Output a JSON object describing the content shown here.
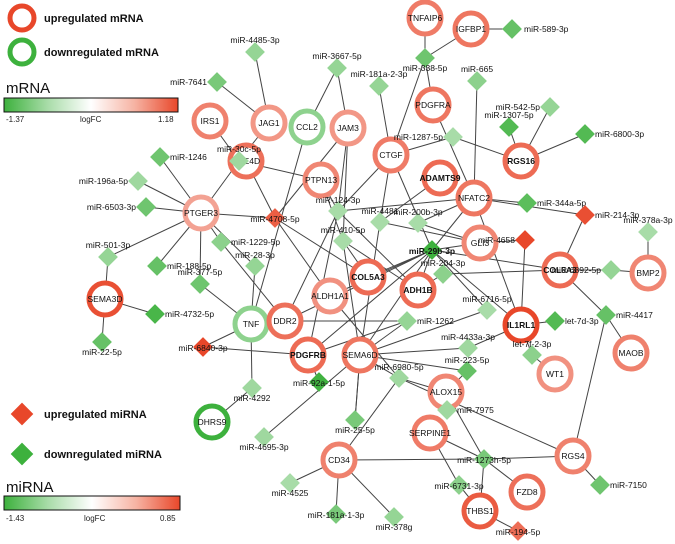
{
  "legend": {
    "up_mrna": "upregulated mRNA",
    "down_mrna": "downregulated mRNA",
    "up_mirna": "upregulated miRNA",
    "down_mirna": "downregulated miRNA"
  },
  "scales": {
    "mrna": {
      "title": "mRNA",
      "min": "-1.37",
      "mid": "logFC",
      "max": "1.18"
    },
    "mirna": {
      "title": "miRNA",
      "min": "-1.43",
      "mid": "logFC",
      "max": "0.85"
    }
  },
  "colors": {
    "down": "#3db13d",
    "up": "#e8472a",
    "text": "#111111",
    "edge": "#444444"
  },
  "nodes": [
    {
      "id": "TNFAIP6",
      "label": "TNFAIP6",
      "kind": "mrna",
      "lfc": 0.7
    },
    {
      "id": "IGFBP1",
      "label": "IGFBP1",
      "kind": "mrna",
      "lfc": 0.75
    },
    {
      "id": "IRS1",
      "label": "IRS1",
      "kind": "mrna",
      "lfc": 0.65
    },
    {
      "id": "JAG1",
      "label": "JAG1",
      "kind": "mrna",
      "lfc": 0.45
    },
    {
      "id": "CCL2",
      "label": "CCL2",
      "kind": "mrna",
      "lfc": -0.55
    },
    {
      "id": "JAM3",
      "label": "JAM3",
      "kind": "mrna",
      "lfc": 0.45
    },
    {
      "id": "PDGFRA",
      "label": "PDGFRA",
      "kind": "mrna",
      "lfc": 0.75
    },
    {
      "id": "CTGF",
      "label": "CTGF",
      "kind": "mrna",
      "lfc": 0.7
    },
    {
      "id": "RGS16",
      "label": "RGS16",
      "kind": "mrna",
      "lfc": 0.85,
      "bold": true
    },
    {
      "id": "PDE4D",
      "label": "PDE4D",
      "kind": "mrna",
      "lfc": 0.8
    },
    {
      "id": "PTPN13",
      "label": "PTPN13",
      "kind": "mrna",
      "lfc": 0.6
    },
    {
      "id": "ADAMTS9",
      "label": "ADAMTS9",
      "kind": "mrna",
      "lfc": 0.85,
      "bold": true
    },
    {
      "id": "NFATC2",
      "label": "NFATC2",
      "kind": "mrna",
      "lfc": 0.75
    },
    {
      "id": "PTGER3",
      "label": "PTGER3",
      "kind": "mrna",
      "lfc": 0.35
    },
    {
      "id": "GLI3",
      "label": "GLI3",
      "kind": "mrna",
      "lfc": 0.6
    },
    {
      "id": "COL6A3",
      "label": "COL6A3",
      "kind": "mrna",
      "lfc": 0.85,
      "bold": true
    },
    {
      "id": "BMP2",
      "label": "BMP2",
      "kind": "mrna",
      "lfc": 0.6
    },
    {
      "id": "COL5A3",
      "label": "COL5A3",
      "kind": "mrna",
      "lfc": 0.85,
      "bold": true
    },
    {
      "id": "ADH1B",
      "label": "ADH1B",
      "kind": "mrna",
      "lfc": 0.85,
      "bold": true
    },
    {
      "id": "ALDH1A1",
      "label": "ALDH1A1",
      "kind": "mrna",
      "lfc": 0.5
    },
    {
      "id": "SEMA3D",
      "label": "SEMA3D",
      "kind": "mrna",
      "lfc": 1.1
    },
    {
      "id": "TNF",
      "label": "TNF",
      "kind": "mrna",
      "lfc": -0.55
    },
    {
      "id": "DDR2",
      "label": "DDR2",
      "kind": "mrna",
      "lfc": 0.8
    },
    {
      "id": "IL1RL1",
      "label": "IL1RL1",
      "kind": "mrna",
      "lfc": 1.18,
      "bold": true
    },
    {
      "id": "MAOB",
      "label": "MAOB",
      "kind": "mrna",
      "lfc": 0.65
    },
    {
      "id": "PDGFRB",
      "label": "PDGFRB",
      "kind": "mrna",
      "lfc": 0.85,
      "bold": true
    },
    {
      "id": "SEMA6D",
      "label": "SEMA6D",
      "kind": "mrna",
      "lfc": 0.75
    },
    {
      "id": "WT1",
      "label": "WT1",
      "kind": "mrna",
      "lfc": 0.5
    },
    {
      "id": "ALOX15",
      "label": "ALOX15",
      "kind": "mrna",
      "lfc": 0.6
    },
    {
      "id": "DHRS9",
      "label": "DHRS9",
      "kind": "mrna",
      "lfc": -1.37
    },
    {
      "id": "SERPINE1",
      "label": "SERPINE1",
      "kind": "mrna",
      "lfc": 0.7
    },
    {
      "id": "CD34",
      "label": "CD34",
      "kind": "mrna",
      "lfc": 0.65
    },
    {
      "id": "RGS4",
      "label": "RGS4",
      "kind": "mrna",
      "lfc": 0.65
    },
    {
      "id": "FZD8",
      "label": "FZD8",
      "kind": "mrna",
      "lfc": 0.8
    },
    {
      "id": "THBS1",
      "label": "THBS1",
      "kind": "mrna",
      "lfc": 1.0
    },
    {
      "id": "m589",
      "label": "miR-589-3p",
      "kind": "mirna",
      "lfc": -1.0
    },
    {
      "id": "m338",
      "label": "miR-338-5p",
      "kind": "mirna",
      "lfc": -0.9
    },
    {
      "id": "m4485",
      "label": "miR-4485-3p",
      "kind": "mirna",
      "lfc": -0.5
    },
    {
      "id": "m3667",
      "label": "miR-3667-5p",
      "kind": "mirna",
      "lfc": -0.5
    },
    {
      "id": "m7641",
      "label": "miR-7641",
      "kind": "mirna",
      "lfc": -0.8
    },
    {
      "id": "m665",
      "label": "miR-665",
      "kind": "mirna",
      "lfc": -0.6
    },
    {
      "id": "m181a23",
      "label": "miR-181a-2-3p",
      "kind": "mirna",
      "lfc": -0.5
    },
    {
      "id": "m542",
      "label": "miR-542-5p",
      "kind": "mirna",
      "lfc": -0.5
    },
    {
      "id": "m1307",
      "label": "miR-1307-5p",
      "kind": "mirna",
      "lfc": -1.2
    },
    {
      "id": "m6800",
      "label": "miR-6800-3p",
      "kind": "mirna",
      "lfc": -1.2
    },
    {
      "id": "m1287",
      "label": "miR-1287-5p",
      "kind": "mirna",
      "lfc": -0.3
    },
    {
      "id": "m1246",
      "label": "miR-1246",
      "kind": "mirna",
      "lfc": -0.9
    },
    {
      "id": "m30c",
      "label": "miR-30c-5p",
      "kind": "mirna",
      "lfc": -0.4
    },
    {
      "id": "m196a",
      "label": "miR-196a-5p",
      "kind": "mirna",
      "lfc": -0.4
    },
    {
      "id": "m6503",
      "label": "miR-6503-3p",
      "kind": "mirna",
      "lfc": -0.9
    },
    {
      "id": "m4708",
      "label": "miR-4708-5p",
      "kind": "mirna",
      "lfc": 0.7
    },
    {
      "id": "m124",
      "label": "miR-124-3p",
      "kind": "mirna",
      "lfc": -0.3
    },
    {
      "id": "m4481",
      "label": "miR-4481",
      "kind": "mirna",
      "lfc": -0.3
    },
    {
      "id": "m344a",
      "label": "miR-344a-5p",
      "kind": "mirna",
      "lfc": -1.1
    },
    {
      "id": "m214",
      "label": "miR-214-3p",
      "kind": "mirna",
      "lfc": 0.8
    },
    {
      "id": "m1229",
      "label": "miR-1229-5p",
      "kind": "mirna",
      "lfc": -0.6
    },
    {
      "id": "m410",
      "label": "miR-410-5p",
      "kind": "mirna",
      "lfc": -0.3
    },
    {
      "id": "m200b",
      "label": "miR-200b-3p",
      "kind": "mirna",
      "lfc": -0.3
    },
    {
      "id": "m29b",
      "label": "miR-29b-3p",
      "kind": "mirna",
      "lfc": -1.43,
      "bold": true
    },
    {
      "id": "m4658",
      "label": "miR-4658",
      "kind": "mirna",
      "lfc": 0.85
    },
    {
      "id": "m378a",
      "label": "miR-378a-3p",
      "kind": "mirna",
      "lfc": -0.3
    },
    {
      "id": "m501",
      "label": "miR-501-3p",
      "kind": "mirna",
      "lfc": -0.5
    },
    {
      "id": "m188",
      "label": "miR-188-5p",
      "kind": "mirna",
      "lfc": -1.0
    },
    {
      "id": "m28",
      "label": "miR-28-3p",
      "kind": "mirna",
      "lfc": -0.5
    },
    {
      "id": "m204",
      "label": "miR-204-3p",
      "kind": "mirna",
      "lfc": -0.6
    },
    {
      "id": "m6892",
      "label": "miR-6892-5p",
      "kind": "mirna",
      "lfc": -0.5
    },
    {
      "id": "m377",
      "label": "miR-377-5p",
      "kind": "mirna",
      "lfc": -0.9
    },
    {
      "id": "m4732",
      "label": "miR-4732-5p",
      "kind": "mirna",
      "lfc": -1.3
    },
    {
      "id": "m1262",
      "label": "miR-1262",
      "kind": "mirna",
      "lfc": -0.5
    },
    {
      "id": "m6716",
      "label": "miR-6716-5p",
      "kind": "mirna",
      "lfc": -0.3
    },
    {
      "id": "let7d",
      "label": "let-7d-3p",
      "kind": "mirna",
      "lfc": -1.2
    },
    {
      "id": "m4417",
      "label": "miR-4417",
      "kind": "mirna",
      "lfc": -1.0
    },
    {
      "id": "m22",
      "label": "miR-22-5p",
      "kind": "mirna",
      "lfc": -1.0
    },
    {
      "id": "m6840",
      "label": "miR-6840-3p",
      "kind": "mirna",
      "lfc": 0.85
    },
    {
      "id": "m4433a",
      "label": "miR-4433a-3p",
      "kind": "mirna",
      "lfc": -0.4
    },
    {
      "id": "let7f",
      "label": "let-7f-2-3p",
      "kind": "mirna",
      "lfc": -0.6
    },
    {
      "id": "m6980",
      "label": "miR-6980-5p",
      "kind": "mirna",
      "lfc": -0.4
    },
    {
      "id": "m92a",
      "label": "miR-92a-1-5p",
      "kind": "mirna",
      "lfc": -1.4
    },
    {
      "id": "m4292",
      "label": "miR-4292",
      "kind": "mirna",
      "lfc": -0.4
    },
    {
      "id": "m223",
      "label": "miR-223-5p",
      "kind": "mirna",
      "lfc": -1.0
    },
    {
      "id": "m7975",
      "label": "miR-7975",
      "kind": "mirna",
      "lfc": -0.4
    },
    {
      "id": "m4695",
      "label": "miR-4695-3p",
      "kind": "mirna",
      "lfc": -0.4
    },
    {
      "id": "m25",
      "label": "miR-25-5p",
      "kind": "mirna",
      "lfc": -0.8
    },
    {
      "id": "m1273h",
      "label": "miR-1273h-5p",
      "kind": "mirna",
      "lfc": -0.8
    },
    {
      "id": "m4525",
      "label": "miR-4525",
      "kind": "mirna",
      "lfc": -0.3
    },
    {
      "id": "m6731",
      "label": "miR-6731-3p",
      "kind": "mirna",
      "lfc": -0.6
    },
    {
      "id": "m7150",
      "label": "miR-7150",
      "kind": "mirna",
      "lfc": -0.9
    },
    {
      "id": "m181a13",
      "label": "miR-181a-1-3p",
      "kind": "mirna",
      "lfc": -0.8
    },
    {
      "id": "m378g",
      "label": "miR-378g",
      "kind": "mirna",
      "lfc": -0.5
    },
    {
      "id": "m194",
      "label": "miR-194-5p",
      "kind": "mirna",
      "lfc": 0.6
    }
  ],
  "edges": [
    [
      "TNFAIP6",
      "m338"
    ],
    [
      "IGFBP1",
      "m338"
    ],
    [
      "IGFBP1",
      "m589"
    ],
    [
      "m338",
      "CTGF"
    ],
    [
      "m338",
      "PDGFRA"
    ],
    [
      "m4485",
      "JAG1"
    ],
    [
      "m7641",
      "JAG1"
    ],
    [
      "m3667",
      "JAM3"
    ],
    [
      "m3667",
      "CCL2"
    ],
    [
      "m181a23",
      "CTGF"
    ],
    [
      "m665",
      "NFATC2"
    ],
    [
      "m542",
      "RGS16"
    ],
    [
      "m1307",
      "RGS16"
    ],
    [
      "m6800",
      "RGS16"
    ],
    [
      "m1287",
      "RGS16"
    ],
    [
      "m1287",
      "CTGF"
    ],
    [
      "IRS1",
      "m30c"
    ],
    [
      "JAG1",
      "m30c"
    ],
    [
      "m30c",
      "PTGER3"
    ],
    [
      "m30c",
      "PDE4D"
    ],
    [
      "m30c",
      "PTPN13"
    ],
    [
      "m1246",
      "PTGER3"
    ],
    [
      "m196a",
      "PTGER3"
    ],
    [
      "m6503",
      "PTGER3"
    ],
    [
      "PTGER3",
      "m501"
    ],
    [
      "PTGER3",
      "m188"
    ],
    [
      "PTGER3",
      "m377"
    ],
    [
      "PTGER3",
      "m28"
    ],
    [
      "PTGER3",
      "m1229"
    ],
    [
      "PTGER3",
      "m4708"
    ],
    [
      "m4708",
      "PDE4D"
    ],
    [
      "m4708",
      "COL5A3"
    ],
    [
      "m4708",
      "JAM3"
    ],
    [
      "m4708",
      "ALDH1A1"
    ],
    [
      "m124",
      "CTGF"
    ],
    [
      "m124",
      "PTPN13"
    ],
    [
      "m124",
      "NFATC2"
    ],
    [
      "m124",
      "ADH1B"
    ],
    [
      "m124",
      "PDGFRB"
    ],
    [
      "m124",
      "DDR2"
    ],
    [
      "m4481",
      "ADAMTS9"
    ],
    [
      "m4481",
      "CTGF"
    ],
    [
      "m4481",
      "GLI3"
    ],
    [
      "m4481",
      "SEMA6D"
    ],
    [
      "m344a",
      "NFATC2"
    ],
    [
      "m214",
      "NFATC2"
    ],
    [
      "m214",
      "COL6A3"
    ],
    [
      "m29b",
      "COL5A3"
    ],
    [
      "m29b",
      "ADH1B"
    ],
    [
      "m29b",
      "GLI3"
    ],
    [
      "m29b",
      "COL6A3"
    ],
    [
      "m29b",
      "NFATC2"
    ],
    [
      "m29b",
      "ALDH1A1"
    ],
    [
      "m29b",
      "PDGFRB"
    ],
    [
      "m29b",
      "SEMA6D"
    ],
    [
      "m29b",
      "IL1RL1"
    ],
    [
      "m29b",
      "DDR2"
    ],
    [
      "m29b",
      "m6716"
    ],
    [
      "m200b",
      "GLI3"
    ],
    [
      "m200b",
      "NFATC2"
    ],
    [
      "m410",
      "ADH1B"
    ],
    [
      "m410",
      "JAM3"
    ],
    [
      "m410",
      "SEMA6D"
    ],
    [
      "m4658",
      "IL1RL1"
    ],
    [
      "m4658",
      "GLI3"
    ],
    [
      "m204",
      "COL6A3"
    ],
    [
      "m204",
      "ADH1B"
    ],
    [
      "m6892",
      "COL6A3"
    ],
    [
      "m378a",
      "BMP2"
    ],
    [
      "m6892",
      "BMP2"
    ],
    [
      "COL6A3",
      "m4417"
    ],
    [
      "m4417",
      "MAOB"
    ],
    [
      "m4417",
      "RGS4"
    ],
    [
      "IL1RL1",
      "let7d"
    ],
    [
      "IL1RL1",
      "let7f"
    ],
    [
      "IL1RL1",
      "m4433a"
    ],
    [
      "let7f",
      "WT1"
    ],
    [
      "NFATC2",
      "IL1RL1"
    ],
    [
      "m501",
      "SEMA3D"
    ],
    [
      "SEMA3D",
      "m4732"
    ],
    [
      "SEMA3D",
      "m22"
    ],
    [
      "m377",
      "TNF"
    ],
    [
      "m28",
      "TNF"
    ],
    [
      "m1229",
      "DDR2"
    ],
    [
      "TNF",
      "m6840"
    ],
    [
      "TNF",
      "m4292"
    ],
    [
      "m4292",
      "DHRS9"
    ],
    [
      "CCL2",
      "TNF"
    ],
    [
      "m6840",
      "PDGFRB"
    ],
    [
      "PDGFRB",
      "m92a"
    ],
    [
      "PDGFRB",
      "m1262"
    ],
    [
      "m1262",
      "SEMA6D"
    ],
    [
      "m1262",
      "DDR2"
    ],
    [
      "SEMA6D",
      "m6980"
    ],
    [
      "SEMA6D",
      "m25"
    ],
    [
      "SEMA6D",
      "m6716"
    ],
    [
      "SEMA6D",
      "m4433a"
    ],
    [
      "SEMA6D",
      "m4695"
    ],
    [
      "SEMA6D",
      "m223"
    ],
    [
      "m6980",
      "ALOX15"
    ],
    [
      "m6980",
      "CD34"
    ],
    [
      "m6980",
      "RGS4"
    ],
    [
      "m6980",
      "ALDH1A1"
    ],
    [
      "m223",
      "ALOX15"
    ],
    [
      "ALOX15",
      "m7975"
    ],
    [
      "ALOX15",
      "m1273h"
    ],
    [
      "SERPINE1",
      "m6731"
    ],
    [
      "m1273h",
      "CD34"
    ],
    [
      "m1273h",
      "RGS4"
    ],
    [
      "m1273h",
      "SERPINE1"
    ],
    [
      "m1273h",
      "FZD8"
    ],
    [
      "m1273h",
      "THBS1"
    ],
    [
      "CD34",
      "m4525"
    ],
    [
      "CD34",
      "m181a13"
    ],
    [
      "CD34",
      "m378g"
    ],
    [
      "RGS4",
      "m7150"
    ],
    [
      "m6731",
      "THBS1"
    ],
    [
      "THBS1",
      "m194"
    ],
    [
      "PDGFRA",
      "NFATC2"
    ],
    [
      "CTGF",
      "m29b"
    ],
    [
      "m25",
      "SEMA6D"
    ],
    [
      "JAM3",
      "m124"
    ],
    [
      "PTPN13",
      "m410"
    ],
    [
      "COL5A3",
      "m410"
    ]
  ]
}
